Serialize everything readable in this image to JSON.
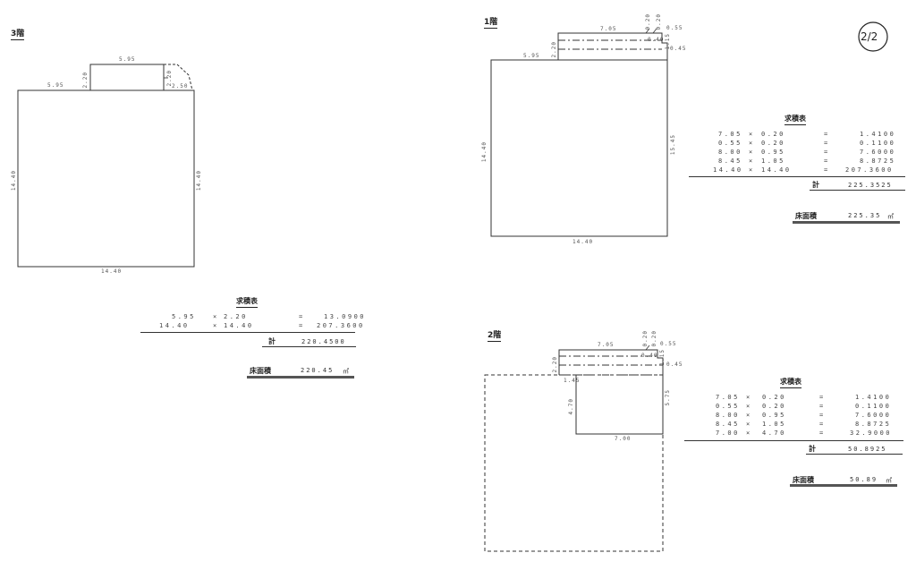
{
  "page_number": "2/2",
  "floor3": {
    "heading": "3階",
    "dims": {
      "top_left": "5.95",
      "notch_top": "5.95",
      "notch_height_left": "2.20",
      "notch_height_right": "2.20",
      "right_step": "2.50",
      "left_side": "14.40",
      "right_side": "14.40",
      "bottom": "14.40"
    },
    "table": {
      "title": "求積表",
      "rows": [
        {
          "a": "5.95",
          "b": "2.20",
          "result": "13.0900"
        },
        {
          "a": "14.40",
          "b": "14.40",
          "result": "207.3600"
        }
      ],
      "total_label": "計",
      "total_value": "220.4500",
      "area_label": "床面積",
      "area_value": "220.45",
      "area_unit": "㎡"
    }
  },
  "floor1": {
    "heading": "1階",
    "dims": {
      "top_strip_len": "7.05",
      "top_strip_h": "0.20",
      "right_tab_h": "0.20",
      "right_tab_w": "0.55",
      "inner_w": "0.40",
      "right_small": "1.15",
      "right_step": "0.45",
      "left_upper": "2.20",
      "top_left": "5.95",
      "left_side": "14.40",
      "right_side": "15.45",
      "bottom": "14.40"
    },
    "table": {
      "title": "求積表",
      "rows": [
        {
          "a": "7.05",
          "b": "0.20",
          "result": "1.4100"
        },
        {
          "a": "0.55",
          "b": "0.20",
          "result": "0.1100"
        },
        {
          "a": "8.00",
          "b": "0.95",
          "result": "7.6000"
        },
        {
          "a": "8.45",
          "b": "1.05",
          "result": "8.8725"
        },
        {
          "a": "14.40",
          "b": "14.40",
          "result": "207.3600"
        }
      ],
      "total_label": "計",
      "total_value": "225.3525",
      "area_label": "床面積",
      "area_value": "225.35",
      "area_unit": "㎡"
    }
  },
  "floor2": {
    "heading": "2階",
    "dims": {
      "top_strip_len": "7.05",
      "top_strip_h": "0.20",
      "right_tab_h": "0.20",
      "right_tab_w": "0.55",
      "inner_w": "0.40",
      "right_small": "1.15",
      "right_step": "0.45",
      "left_upper": "2.20",
      "inner_left": "1.45",
      "inner_height": "4.70",
      "right_side": "5.75",
      "bottom": "7.00"
    },
    "table": {
      "title": "求積表",
      "rows": [
        {
          "a": "7.05",
          "b": "0.20",
          "result": "1.4100"
        },
        {
          "a": "0.55",
          "b": "0.20",
          "result": "0.1100"
        },
        {
          "a": "8.00",
          "b": "0.95",
          "result": "7.6000"
        },
        {
          "a": "8.45",
          "b": "1.05",
          "result": "8.8725"
        },
        {
          "a": "7.00",
          "b": "4.70",
          "result": "32.9000"
        }
      ],
      "total_label": "計",
      "total_value": "50.8925",
      "area_label": "床面積",
      "area_value": "50.89",
      "area_unit": "㎡"
    }
  },
  "symbols": {
    "times": "×",
    "equals": "="
  }
}
